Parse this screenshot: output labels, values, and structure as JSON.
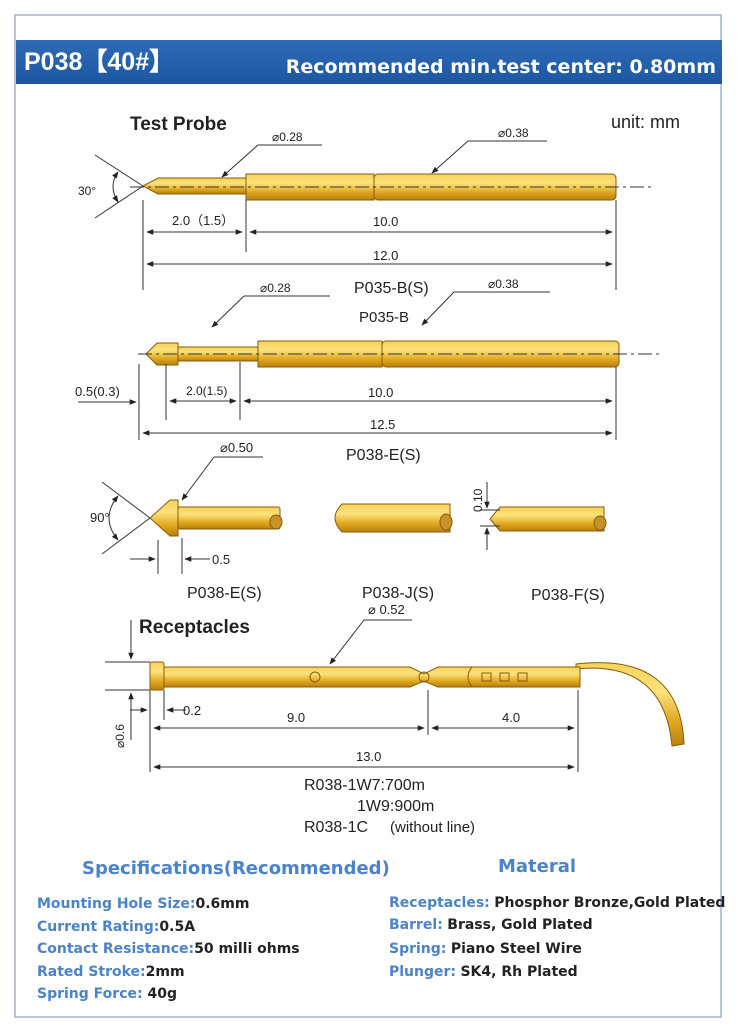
{
  "header": {
    "title": "P038【40#】",
    "recommendation": "Recommended min.test center: 0.80mm"
  },
  "unit_label": "unit: mm",
  "test_probe": {
    "heading": "Test Probe",
    "model_a": {
      "angle": "30°",
      "tip_dia": "⌀0.28",
      "barrel_dia": "⌀0.38",
      "dim_tip": "2.0（1.5）",
      "dim_barrel": "10.0",
      "dim_total": "12.0",
      "caption": "P035-B(S)"
    },
    "model_b": {
      "caption_top": "P035-B",
      "tip_dia": "⌀0.28",
      "barrel_dia": "⌀0.38",
      "dim_head": "0.5(0.3)",
      "dim_tip": "2.0(1.5)",
      "dim_barrel": "10.0",
      "dim_total": "12.5",
      "caption": "P038-E(S)"
    },
    "heads": {
      "dia": "⌀0.50",
      "angle": "90°",
      "dim_head": "0.5",
      "dim_f": "0.10",
      "labels": [
        "P038-E(S)",
        "P038-J(S)",
        "P038-F(S)"
      ]
    }
  },
  "receptacles": {
    "heading": "Receptacles",
    "dia_outer": "⌀ 0.52",
    "dia_head": "⌀0.6",
    "dim_flange": "0.2",
    "dim_a": "9.0",
    "dim_b": "4.0",
    "dim_total": "13.0",
    "models": [
      "R038-1W7:700m",
      "1W9:900m"
    ],
    "alt_model": "R038-1C",
    "alt_note": "(without line)"
  },
  "specifications": {
    "heading": "Specifications(Recommended)",
    "items": [
      {
        "label": "Mounting Hole Size:",
        "value": "0.6mm"
      },
      {
        "label": "Current Rating:",
        "value": "0.5A"
      },
      {
        "label": "Contact Resistance:",
        "value": "50 milli ohms"
      },
      {
        "label": "Rated Stroke:",
        "value": "2mm"
      },
      {
        "label": "Spring Force:",
        "value": " 40g"
      }
    ]
  },
  "material": {
    "heading": "Materal",
    "items": [
      {
        "label": "Receptacles:",
        "value": "Phosphor Bronze,Gold Plated"
      },
      {
        "label": "Barrel:",
        "value": "Brass, Gold Plated"
      },
      {
        "label": "Spring:",
        "value": "Piano Steel Wire"
      },
      {
        "label": "Plunger:",
        "value": "SK4, Rh Plated"
      }
    ]
  },
  "colors": {
    "header_blue": "#1d57a3",
    "label_blue": "#4a83c9",
    "gold": "#d9a31a"
  }
}
